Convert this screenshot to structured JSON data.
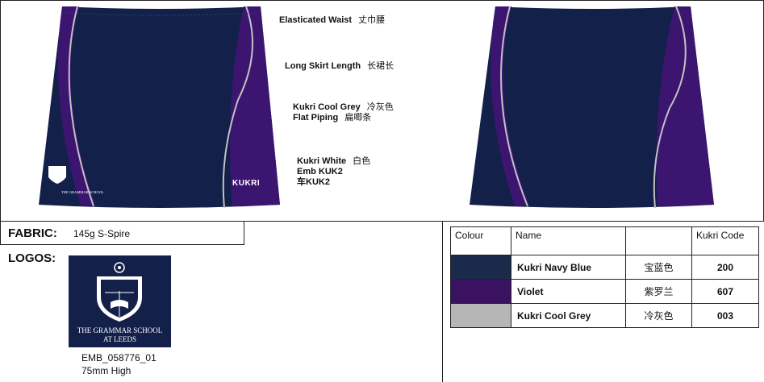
{
  "annotations": {
    "waist": {
      "en": "Elasticated Waist",
      "cn": "丈巾腰"
    },
    "length": {
      "en": "Long Skirt Length",
      "cn": "长裙长"
    },
    "piping_colour": {
      "en": "Kukri Cool Grey",
      "cn": "冷灰色"
    },
    "piping_type": {
      "en": "Flat Piping",
      "cn": "扁唧条"
    },
    "emb_colour": {
      "en": "Kukri White",
      "cn": "白色"
    },
    "emb_code": "Emb KUK2",
    "emb_code_cn": "车KUK2"
  },
  "garment": {
    "brand_text": "KUKRI"
  },
  "fabric": {
    "label": "FABRIC:",
    "value": "145g S-Spire"
  },
  "logos": {
    "label": "LOGOS:",
    "school_line1": "THE GRAMMAR SCHOOL",
    "school_line2": "AT LEEDS",
    "code": "EMB_058776_01",
    "size": "75mm High"
  },
  "colour_table": {
    "headers": [
      "Colour",
      "Name",
      "",
      "Kukri Code"
    ],
    "rows": [
      {
        "swatch": "#1b2a4a",
        "name": "Kukri Navy Blue",
        "cn": "宝蓝色",
        "code": "200"
      },
      {
        "swatch": "#3a1260",
        "name": "Violet",
        "cn": "紫罗兰",
        "code": "607"
      },
      {
        "swatch": "#b6b6b6",
        "name": "Kukri Cool Grey",
        "cn": "冷灰色",
        "code": "003"
      }
    ]
  },
  "colors": {
    "navy": "#13204a",
    "violet": "#3c1570",
    "grey": "#c2c2c2"
  }
}
